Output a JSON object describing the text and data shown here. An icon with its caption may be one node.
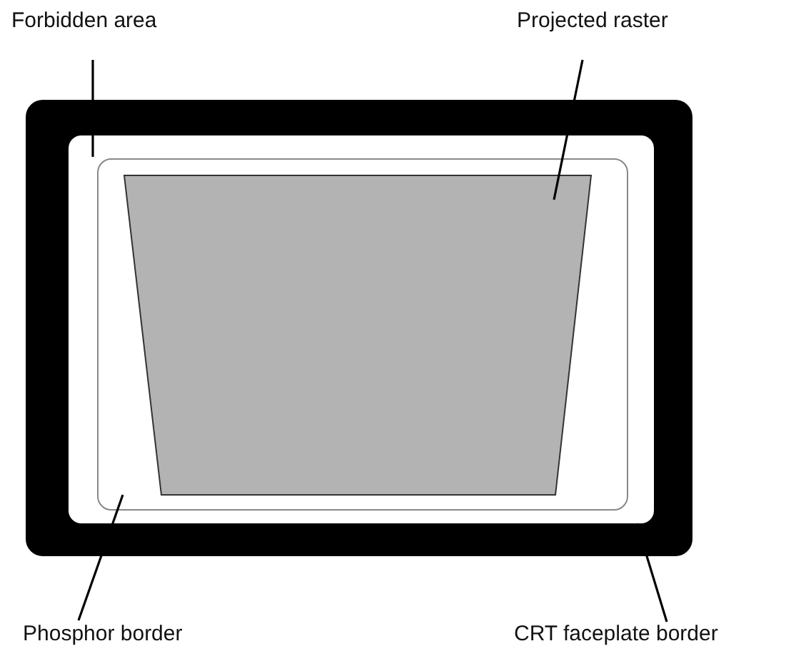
{
  "diagram": {
    "nodes": [
      {
        "text": [
          "Forbidden area"
        ]
      },
      {
        "text": [
          "Projected raster"
        ]
      },
      {
        "text": [
          "Phosphor border"
        ]
      },
      {
        "text": [
          "CRT faceplate border"
        ]
      },
      {
        "text": [],
        "shape": "box"
      },
      {
        "text": [],
        "shape": "box",
        "in": 4
      },
      {
        "text": [],
        "shape": "box",
        "in": 5
      },
      {
        "text": [],
        "shape": "trapezoid",
        "in": 6
      }
    ],
    "edges": [
      {
        "from": 0,
        "to": 5,
        "arrow": "none"
      },
      {
        "from": 1,
        "to": 7,
        "arrow": "none"
      },
      {
        "from": 2,
        "to": 6,
        "arrow": "none"
      },
      {
        "from": 3,
        "to": 4,
        "arrow": "none"
      }
    ]
  }
}
